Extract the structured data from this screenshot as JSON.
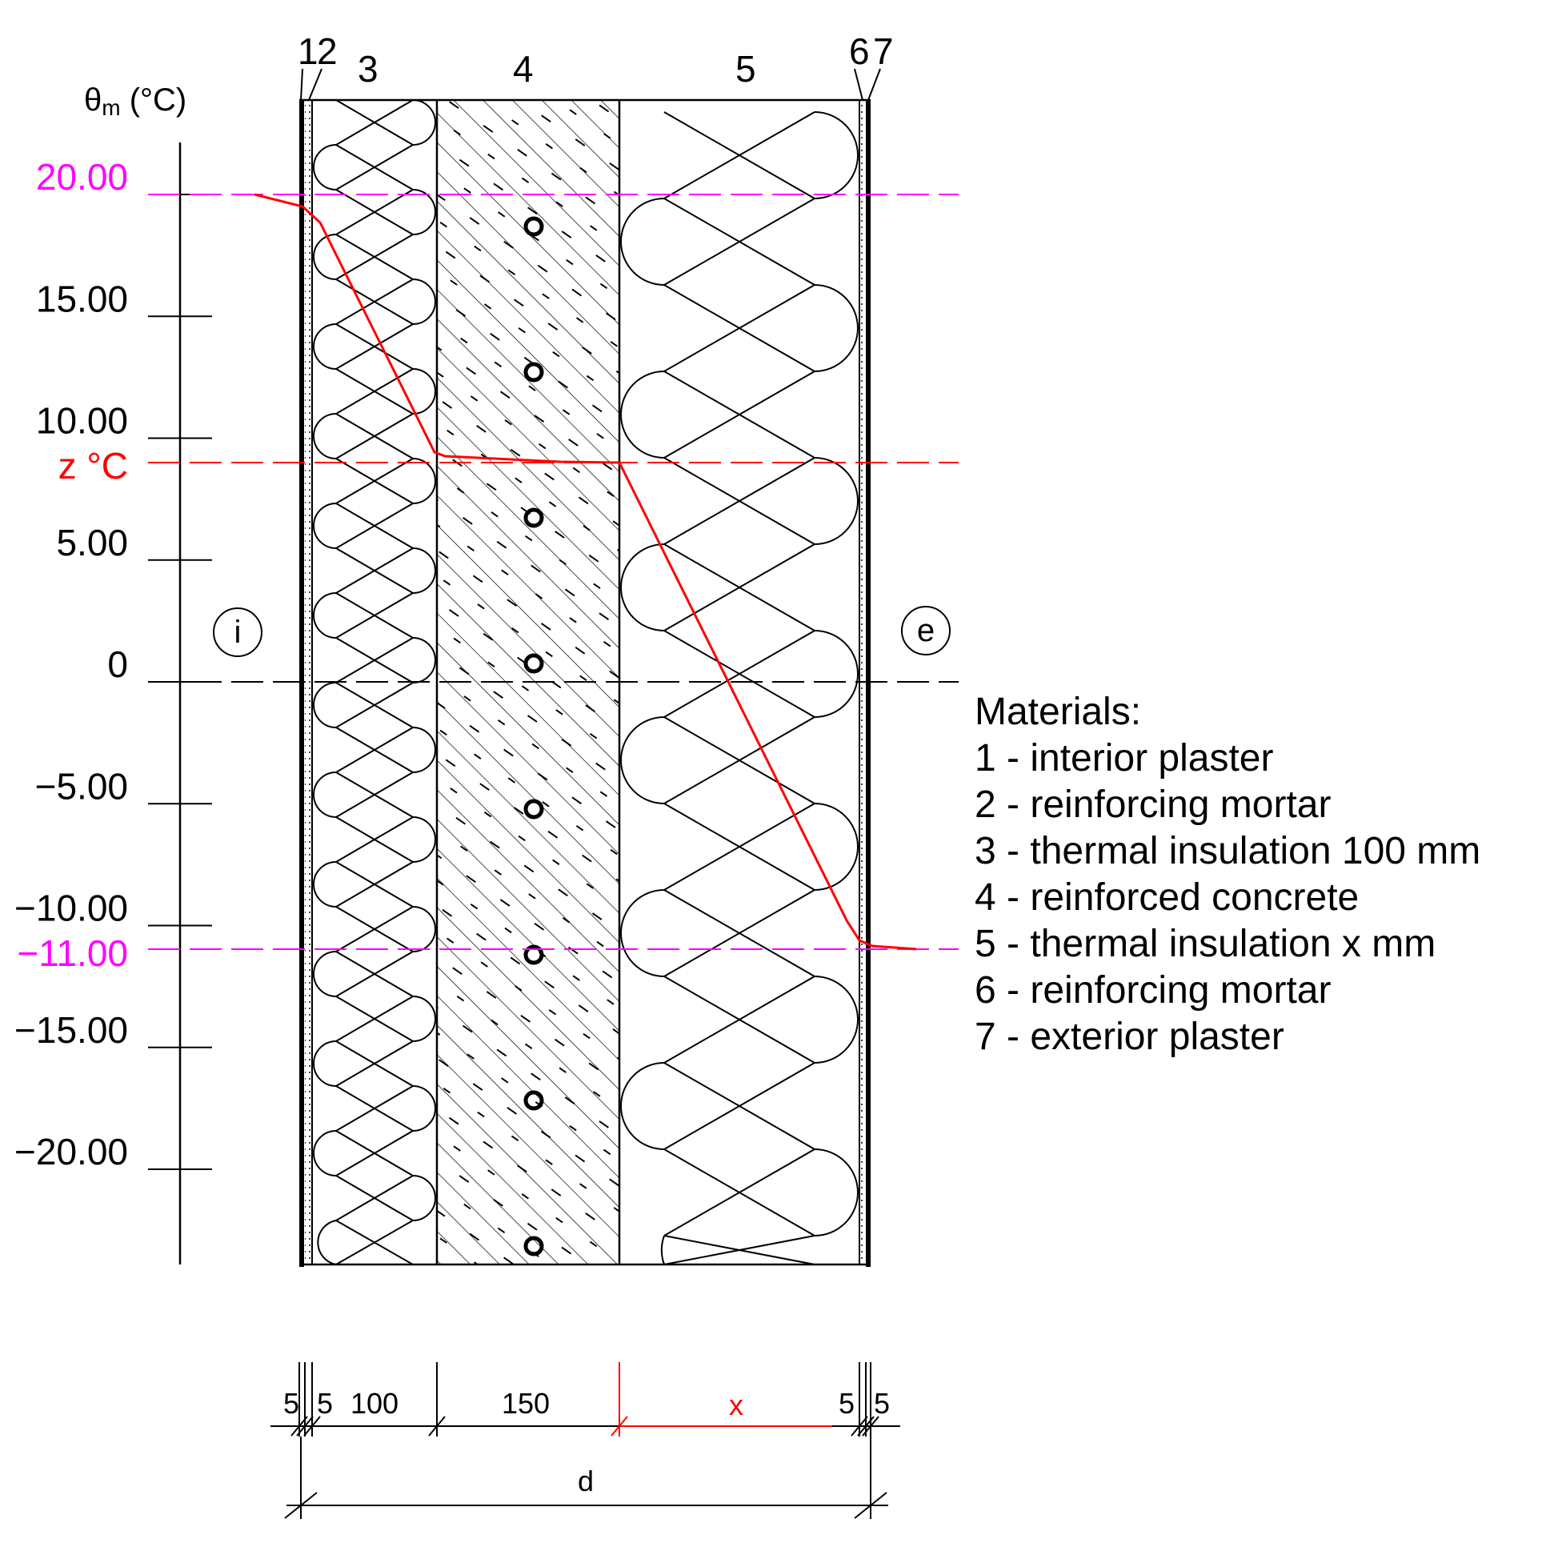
{
  "axis": {
    "label_main": "θ",
    "label_sub": "m",
    "label_unit": " (°C)",
    "ticks": [
      {
        "value": 20,
        "label": "20.00",
        "color": "#ff00ff"
      },
      {
        "value": 15,
        "label": "15.00",
        "color": "#000000"
      },
      {
        "value": 10,
        "label": "10.00",
        "color": "#000000"
      },
      {
        "value": 5,
        "label": "5.00",
        "color": "#000000"
      },
      {
        "value": 0,
        "label": "0",
        "color": "#000000"
      },
      {
        "value": -5,
        "label": "−5.00",
        "color": "#000000"
      },
      {
        "value": -10,
        "label": "−10.00",
        "color": "#000000"
      },
      {
        "value": -15,
        "label": "−15.00",
        "color": "#000000"
      },
      {
        "value": -20,
        "label": "−20.00",
        "color": "#000000"
      }
    ],
    "extra_labels": [
      {
        "value": 9,
        "label": "z °C",
        "color": "#ff0000"
      },
      {
        "value": -11,
        "label": "−11.00",
        "color": "#ff00ff"
      }
    ]
  },
  "layer_numbers": [
    "1",
    "2",
    "3",
    "4",
    "5",
    "6",
    "7"
  ],
  "sides": {
    "interior": "i",
    "exterior": "e"
  },
  "materials": {
    "title": "Materials:",
    "items": [
      "1 - interior plaster",
      "2 - reinforcing mortar",
      "3 - thermal insulation 100 mm",
      "4 - reinforced concrete",
      "5 - thermal insulation x mm",
      "6 - reinforcing mortar",
      "7 - exterior plaster"
    ]
  },
  "dimensions": {
    "layers": [
      "5",
      "5",
      "100",
      "150",
      "x",
      "5",
      "5"
    ],
    "total": "d"
  },
  "temperature_profile": {
    "interior_air": 20,
    "exterior_air": -11,
    "interface_z": 9
  },
  "colors": {
    "interior_temp": "#ff00ff",
    "exterior_temp": "#ff00ff",
    "interface": "#ff0000",
    "profile": "#ff0000",
    "structure": "#000000"
  }
}
